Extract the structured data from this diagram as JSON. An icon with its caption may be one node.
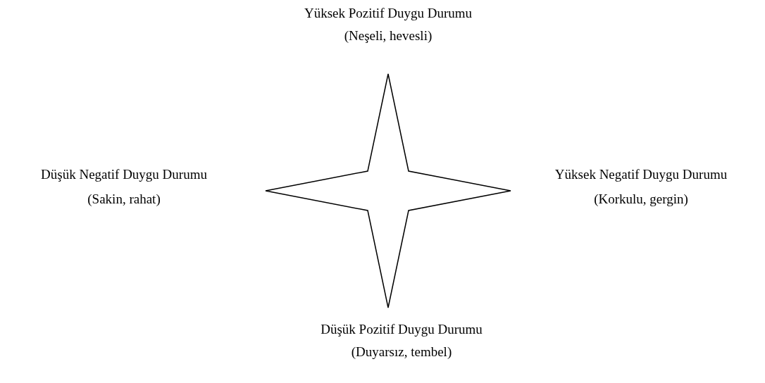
{
  "diagram": {
    "nodes": [
      {
        "text": [],
        "shape": "star"
      }
    ],
    "labels": [
      "Yüksek Pozitif Duygu Durumu",
      "(Neşeli, hevesli)",
      "Düşük Negatif Duygu Durumu",
      "Yüksek Negatif Duygu Durumu",
      "(Sakin, rahat)",
      "(Korkulu, gergin)",
      "Düşük Pozitif Duygu Durumu",
      "(Duyarsız, tembel)"
    ]
  }
}
